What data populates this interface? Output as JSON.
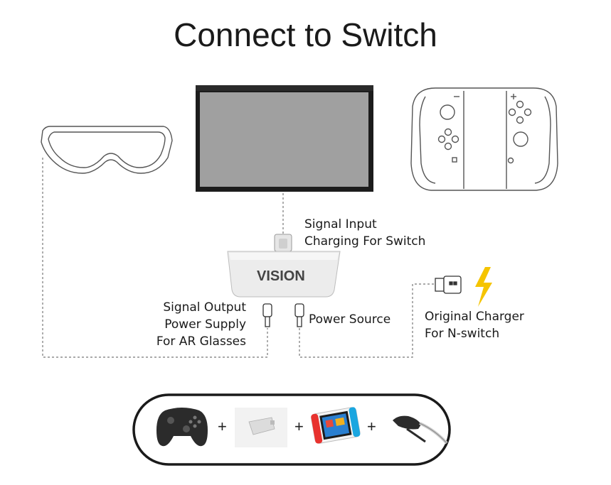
{
  "title": "Connect to Switch",
  "labels": {
    "signal_input": [
      "Signal Input",
      "Charging For Switch"
    ],
    "signal_output": [
      "Signal Output",
      "Power Supply",
      "For AR Glasses"
    ],
    "power_source": "Power Source",
    "original_charger": [
      "Original Charger",
      "For N-switch"
    ]
  },
  "adapter_logo": "VISION",
  "bottom_bar": {
    "plus_sign": "+"
  },
  "colors": {
    "screen": "#a0a0a0",
    "bezel": "#1c1c1c",
    "lightning": "#f5c400",
    "outline": "#444444",
    "joycon_red": "#e8322e",
    "joycon_blue": "#1aa6e0"
  }
}
